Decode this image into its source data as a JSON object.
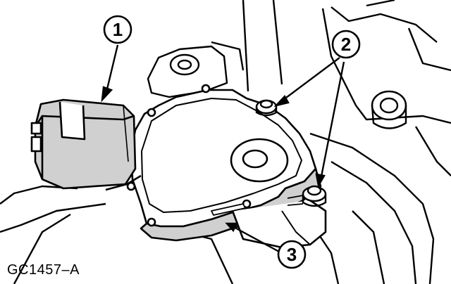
{
  "figure": {
    "id_label": "GC1457–A",
    "background": "#ffffff",
    "line_color": "#000000",
    "shade_color": "#d0d0d0"
  },
  "callouts": [
    {
      "number": "1",
      "target": "connector"
    },
    {
      "number": "2",
      "target": "bolts"
    },
    {
      "number": "3",
      "target": "sensor-housing"
    }
  ]
}
